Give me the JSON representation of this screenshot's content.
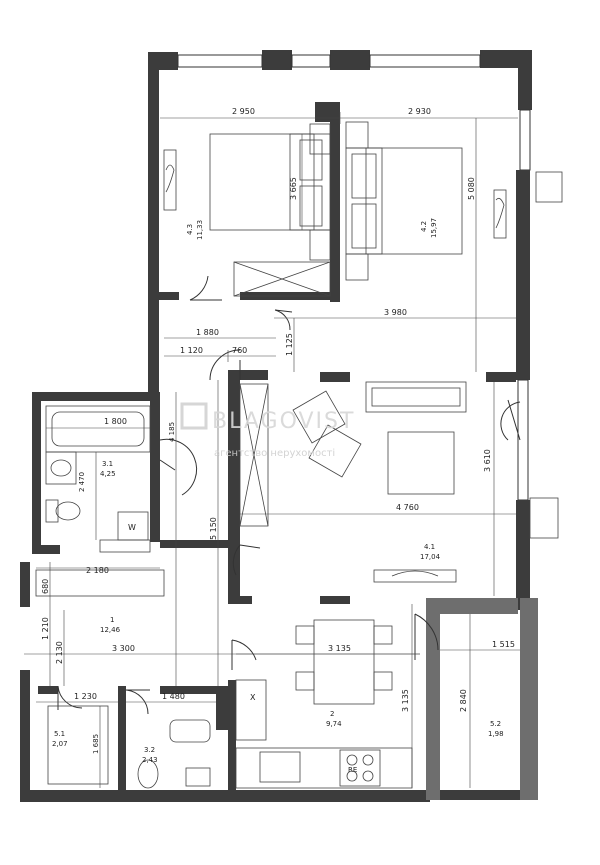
{
  "watermark": {
    "brand": "BLAGOVIST",
    "sub": "агентство нерухомості"
  },
  "rooms": {
    "r4_3": {
      "num": "4.3",
      "area": "11,33"
    },
    "r4_2": {
      "num": "4.2",
      "area": "15,97"
    },
    "r3_1": {
      "num": "3.1",
      "area": "4,25"
    },
    "r4_1": {
      "num": "4.1",
      "area": "17,04"
    },
    "r1": {
      "num": "1",
      "area": "12,46"
    },
    "r2": {
      "num": "2",
      "area": "9,74"
    },
    "r5_1": {
      "num": "5.1",
      "area": "2,07"
    },
    "r3_2": {
      "num": "3.2",
      "area": "2,43"
    },
    "r5_2": {
      "num": "5.2",
      "area": "1,98"
    }
  },
  "dims": {
    "d2950": "2 950",
    "d2930": "2 930",
    "d3665": "3 665",
    "d5080": "5 080",
    "d3980": "3 980",
    "d1880": "1 880",
    "d1120": "1 120",
    "d760": "760",
    "d1125": "1 125",
    "d1800": "1 800",
    "d4185": "4 185",
    "d2470": "2 470",
    "d5150": "5 150",
    "d4760": "4 760",
    "d3610": "3 610",
    "d2180": "2 180",
    "d680": "680",
    "d1210": "1 210",
    "d2130": "2 130",
    "d3300": "3 300",
    "d3135a": "3 135",
    "d1515": "1 515",
    "d3135b": "3 135",
    "d2840": "2 840",
    "d1230": "1 230",
    "d1480": "1 480",
    "d1685": "1 685"
  },
  "fixtures": {
    "washer": "W",
    "x_mark": "X",
    "re_mark": "RE"
  },
  "icons": [
    "bed-icon",
    "sofa-icon",
    "armchair-icon",
    "tv-icon",
    "table-icon",
    "chair-icon",
    "bathtub-icon",
    "sink-icon",
    "toilet-icon",
    "stove-icon",
    "door-icon",
    "window-icon",
    "radiator-icon"
  ]
}
